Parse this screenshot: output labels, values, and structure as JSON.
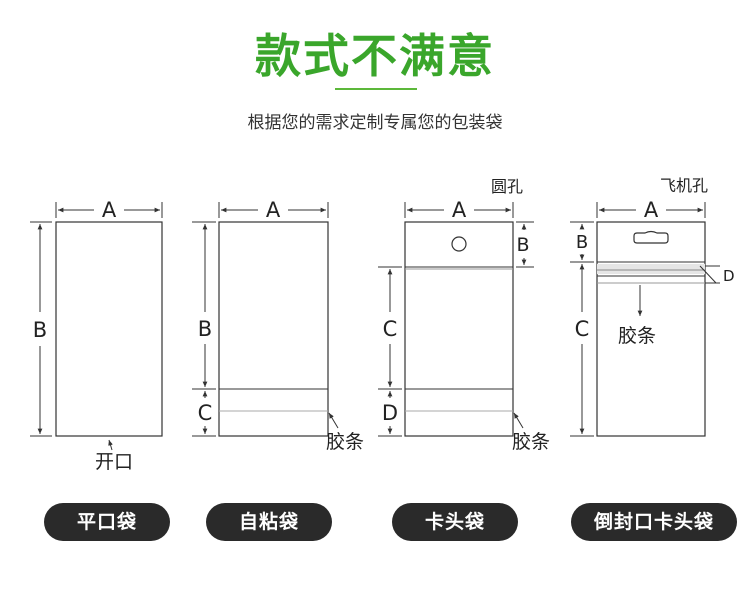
{
  "header": {
    "title": "款式不满意",
    "subtitle": "根据您的需求定制专属您的包装袋"
  },
  "diagrams": {
    "labels": {
      "a": "A",
      "b": "B",
      "c": "C",
      "d": "D",
      "opening": "开口",
      "adhesive_strip": "胶条",
      "round_hole": "圆孔",
      "airplane_hole": "飞机孔"
    }
  },
  "bag_types": [
    {
      "label": "平口袋"
    },
    {
      "label": "自粘袋"
    },
    {
      "label": "卡头袋"
    },
    {
      "label": "倒封口卡头袋"
    }
  ],
  "colors": {
    "title": "#3aa62b",
    "pill_bg": "#2a2a2a",
    "line": "#333333"
  }
}
